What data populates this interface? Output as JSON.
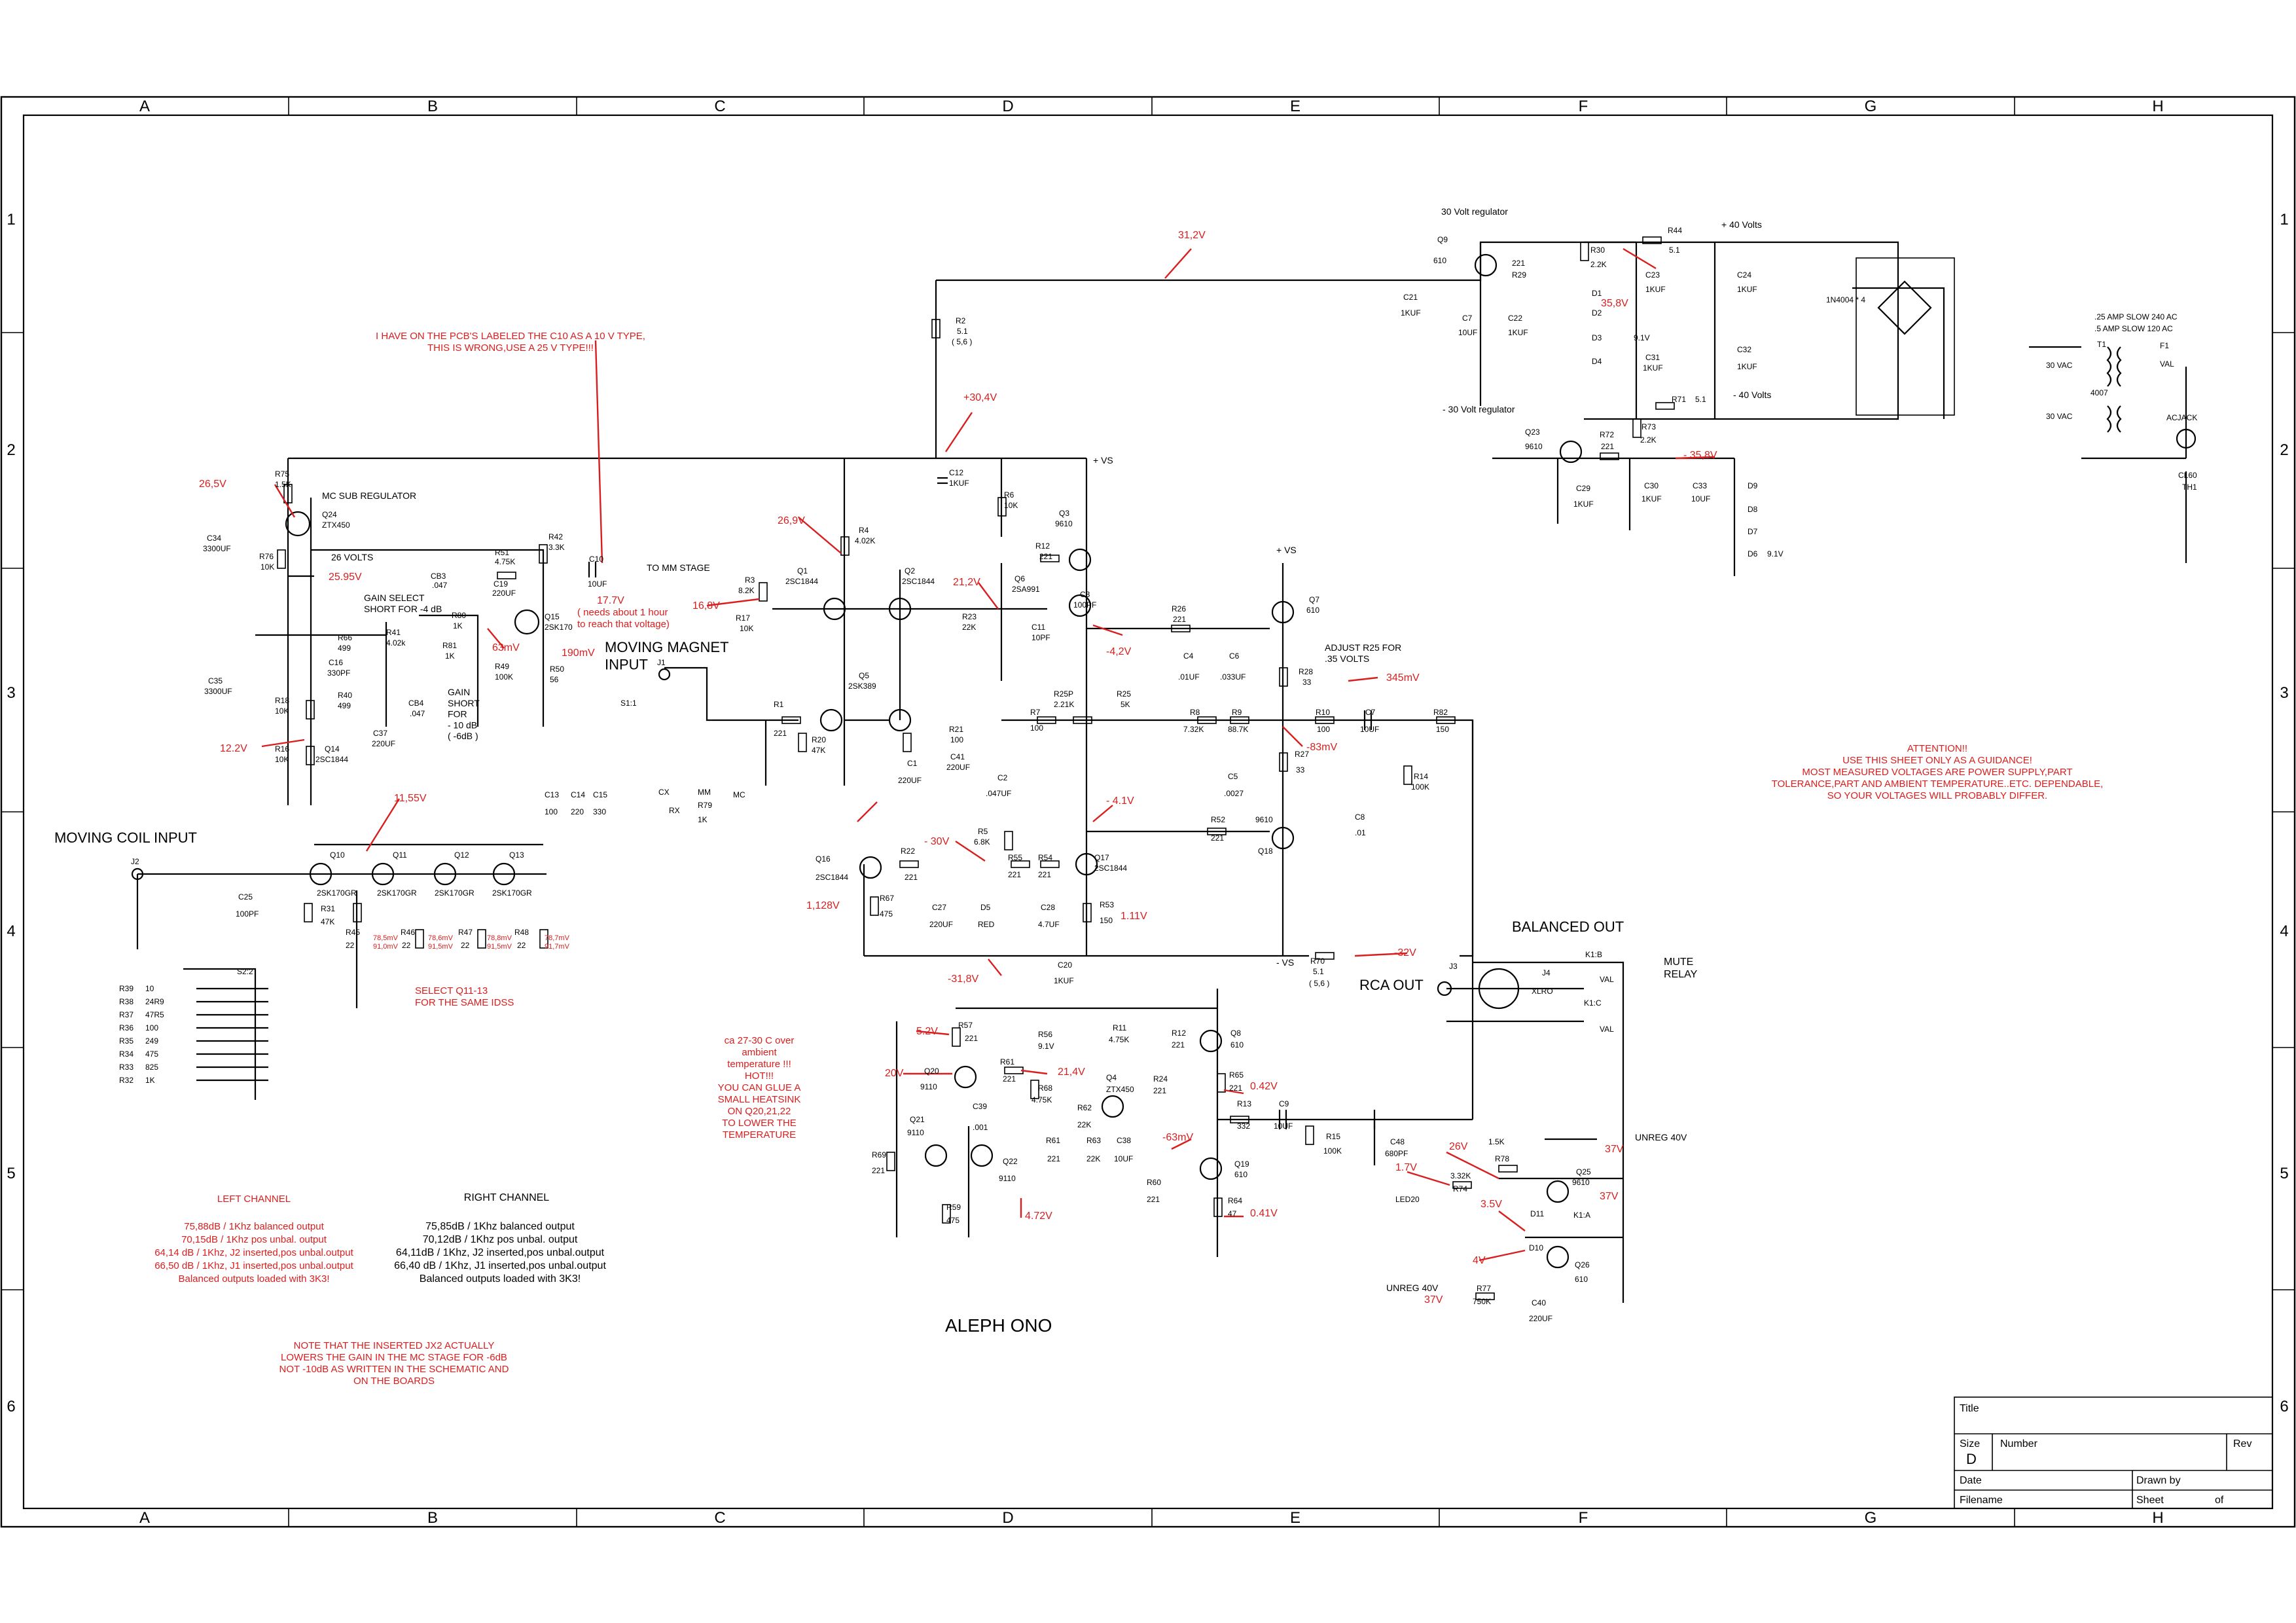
{
  "grid": {
    "columns": [
      "A",
      "B",
      "C",
      "D",
      "E",
      "F",
      "G",
      "H"
    ],
    "rows": [
      "1",
      "2",
      "3",
      "4",
      "5",
      "6"
    ]
  },
  "headings": {
    "title": "ALEPH ONO",
    "moving_coil_input": "MOVING COIL INPUT",
    "moving_magnet_input": "MOVING  MAGNET\nINPUT",
    "balanced_out": "BALANCED OUT",
    "rca_out": "RCA OUT",
    "mute_relay": "MUTE\nRELAY",
    "mc_sub_regulator": "MC SUB REGULATOR",
    "to_mm_stage": "TO MM STAGE",
    "gain_select": "GAIN SELECT\nSHORT FOR -4 dB",
    "gain_short": "GAIN\nSHORT\nFOR\n- 10 dB\n( -6dB )",
    "adjust_r25": "ADJUST R25 FOR\n.35 VOLTS",
    "reg_30": "30 Volt regulator",
    "reg_m30": "- 30 Volt regulator",
    "plus40": "+ 40 Volts",
    "minus40": "- 40 Volts",
    "select_q": "SELECT Q11-13\nFOR THE SAME IDSS",
    "unreg_40": "UNREG 40V",
    "unreg_40b": "UNREG 40V"
  },
  "notes": {
    "c10_note": "I HAVE ON THE PCB'S LABELED THE C10 AS  A 10 V TYPE,\nTHIS IS WRONG,USE A 25 V TYPE!!!",
    "c10_time": "( needs about 1 hour\nto reach that voltage)",
    "heatsink": "ca 27-30 C over\nambient\ntemperature !!!\nHOT!!!\nYOU CAN GLUE A\nSMALL HEATSINK\nON Q20,21,22\nTO LOWER THE\nTEMPERATURE",
    "attention": "ATTENTION!!\nUSE THIS SHEET ONLY AS A GUIDANCE!\nMOST MEASURED VOLTAGES ARE POWER SUPPLY,PART\nTOLERANCE,PART AND AMBIENT TEMPERATURE..ETC. DEPENDABLE,\nSO YOUR VOLTAGES WILL PROBABLY DIFFER.",
    "jx2": "NOTE THAT THE INSERTED JX2 ACTUALLY\nLOWERS THE GAIN IN THE MC STAGE FOR -6dB\nNOT -10dB AS WRITTEN IN THE SCHEMATIC AND\nON THE BOARDS"
  },
  "channels": {
    "left_title": "LEFT CHANNEL",
    "left_lines": [
      "75,88dB / 1Khz balanced output",
      "70,15dB / 1Khz pos unbal. output",
      "64,14 dB / 1Khz, J2 inserted,pos unbal.output",
      "66,50 dB / 1Khz, J1 inserted,pos unbal.output",
      "Balanced outputs loaded with 3K3!"
    ],
    "right_title": "RIGHT CHANNEL",
    "right_lines": [
      "75,85dB / 1Khz balanced output",
      "70,12dB / 1Khz pos unbal. output",
      "64,11dB / 1Khz, J2 inserted,pos unbal.output",
      "66,40 dB / 1Khz, J1 inserted,pos unbal.output",
      "Balanced outputs loaded with 3K3!"
    ]
  },
  "title_block": {
    "title_label": "Title",
    "size_label": "Size",
    "size_value": "D",
    "number_label": "Number",
    "rev_label": "Rev",
    "date_label": "Date",
    "drawn_label": "Drawn by",
    "filename_label": "Filename",
    "sheet_label": "Sheet",
    "of_label": "of"
  },
  "voltages": {
    "v31_2": "31,2V",
    "v30_4": "+30,4V",
    "v26_5": "26,5V",
    "v25_95": "25.95V",
    "v26v": "26 VOLTS",
    "v17_7": "17.7V",
    "v63m": "63mV",
    "v190m": "190mV",
    "v16_8": "16,8V",
    "v26_9": "26,9V",
    "v21_2": "21,2V",
    "v4_2": "-4,2V",
    "v345m": "345mV",
    "v83m": "-83mV",
    "v12_2": "12.2V",
    "v11_55": "11,55V",
    "v4_1": "- 4.1V",
    "v30m": "- 30V",
    "v1_128": "1,128V",
    "v1_11": "1.11V",
    "v31_8": "-31,8V",
    "v32": "-32V",
    "v35_8": "35,8V",
    "vm35_8": "- 35,8V",
    "v5_2": "5.2V",
    "v20": "20V",
    "v21_4": "21,4V",
    "v0_42a": "0.42V",
    "v0_41": "0.41V",
    "v63mb": "-63mV",
    "v4_72": "4.72V",
    "v26b": "26V",
    "v37a": "37V",
    "v37b": "37V",
    "v1_7": "1.7V",
    "v3_5": "3.5V",
    "v4": "4V",
    "v37c": "37V",
    "q_i1": "78,5mV\n91,0mV",
    "q_i2": "78,6mV\n91,5mV",
    "q_i3": "78,8mV\n91,5mV",
    "q_i4": "78,7mV\n91,7mV"
  },
  "rails": {
    "plus_vs": "+ VS",
    "minus_vs": "- VS"
  }
}
